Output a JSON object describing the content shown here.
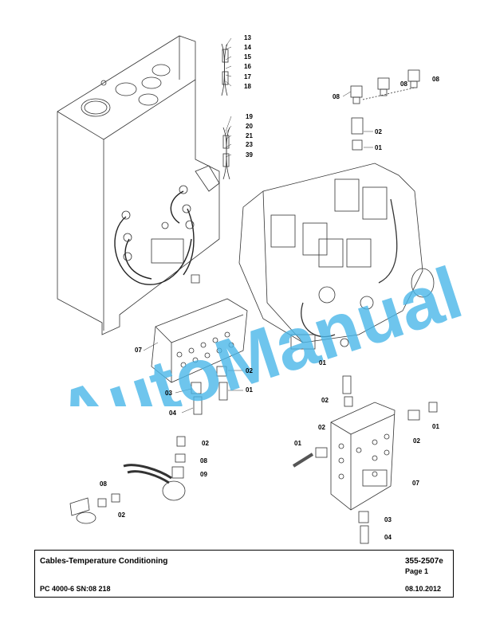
{
  "watermark": "AutoManual",
  "title_block": {
    "title": "Cables-Temperature Conditioning",
    "doc_number": "355-2507e",
    "page": "Page 1",
    "model": "PC 4000-6 SN:08 218",
    "date": "08.10.2012"
  },
  "callouts": {
    "c13": "13",
    "c14": "14",
    "c15": "15",
    "c16": "16",
    "c17": "17",
    "c18": "18",
    "c19": "19",
    "c20": "20",
    "c21": "21",
    "c23": "23",
    "c39": "39",
    "c08a": "08",
    "c08b": "08",
    "c08c": "08",
    "c02a": "02",
    "c01a": "01",
    "c07a": "07",
    "c02b": "02",
    "c03a": "03",
    "c01b": "01",
    "c04a": "04",
    "c01c": "01",
    "c02c": "02",
    "c02d": "02",
    "c01d": "01",
    "c01e": "01",
    "c02e": "02",
    "c07b": "07",
    "c03b": "03",
    "c04b": "04",
    "c02f": "02",
    "c08d": "08",
    "c09": "09",
    "c08e": "08",
    "c02g": "02"
  }
}
